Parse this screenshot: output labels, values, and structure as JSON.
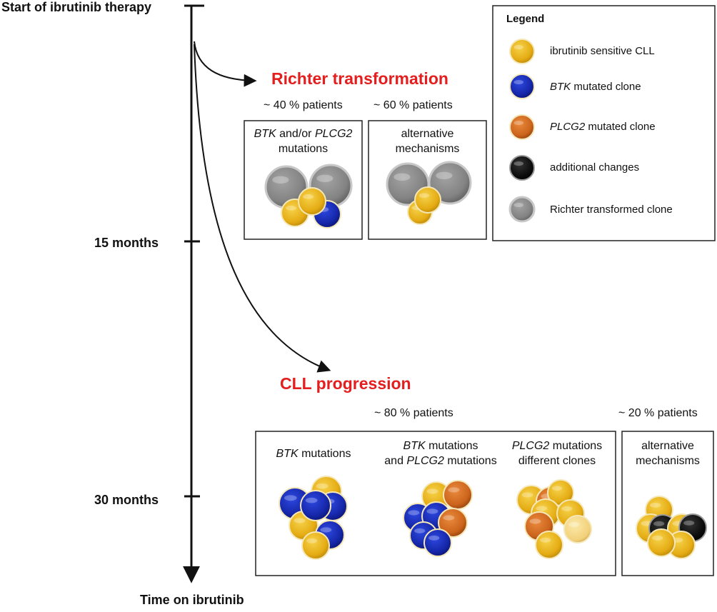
{
  "timeline": {
    "start_label": "Start of ibrutinib therapy",
    "mid_label": "15 months",
    "late_label": "30 months",
    "axis_label": "Time on ibrutinib"
  },
  "richter": {
    "title": "Richter transformation",
    "left_pct": "~ 40 % patients",
    "right_pct": "~ 60 % patients",
    "box1_gene1": "BTK",
    "box1_mid": " and/or ",
    "box1_gene2": "PLCG2",
    "box1_line2": "mutations",
    "box2_line1": "alternative",
    "box2_line2": "mechanisms"
  },
  "cll": {
    "title": "CLL progression",
    "main_pct": "~ 80 % patients",
    "alt_pct": "~ 20 % patients",
    "col1_gene": "BTK",
    "col1_text": " mutations",
    "col2_gene1": "BTK",
    "col2_text1": " mutations",
    "col2_pre2": "and ",
    "col2_gene2": "PLCG2",
    "col2_text2": " mutations",
    "col3_gene": "PLCG2",
    "col3_text1": " mutations",
    "col3_line2": "different clones",
    "alt_line1": "alternative",
    "alt_line2": "mechanisms"
  },
  "legend": {
    "title": "Legend",
    "items": [
      {
        "label": "ibrutinib sensitive CLL",
        "italic_part": "",
        "color": "#e8b21a"
      },
      {
        "label": " mutated clone",
        "italic_part": "BTK",
        "color": "#1c2fb8"
      },
      {
        "label": " mutated clone",
        "italic_part": "PLCG2",
        "color": "#d06a22"
      },
      {
        "label": "additional changes",
        "italic_part": "",
        "color": "#111111"
      },
      {
        "label": "Richter transformed clone",
        "italic_part": "",
        "color": "#8a8a8a"
      }
    ]
  },
  "colors": {
    "sensitive": "#e8b21a",
    "btk": "#1c2fb8",
    "plcg2": "#d06a22",
    "additional": "#111111",
    "richter": "#8a8a8a",
    "title_red": "#e41e1e"
  }
}
